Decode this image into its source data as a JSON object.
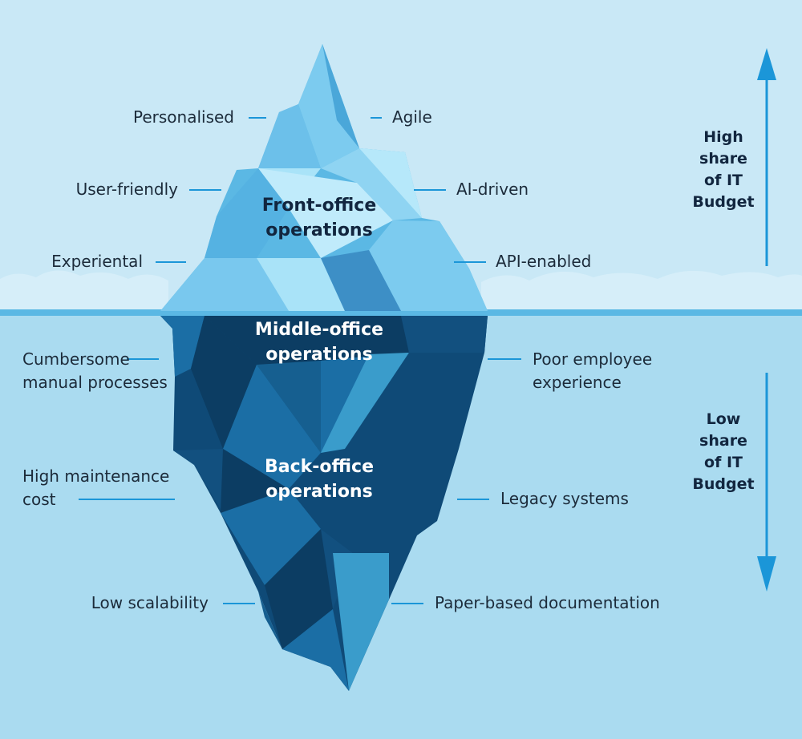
{
  "colors": {
    "sky": "#c9e8f6",
    "water": "#aadbf0",
    "water_line": "#5bb8e4",
    "ice_top": "#5bb8e4",
    "ice_light": "#a9e3f8",
    "ice_mid": "#1f6fa0",
    "ice_deep": "#0f4a77",
    "ice_darkest": "#0c3d63",
    "arrow": "#1b96d8",
    "leader": "#1b96d8"
  },
  "tiers": {
    "front": "Front-office\noperations",
    "middle": "Middle-office\noperations",
    "back": "Back-office\noperations"
  },
  "left_labels": [
    "Personalised",
    "User-friendly",
    "Experiental",
    "Cumbersome\nmanual processes",
    "High maintenance\ncost",
    "Low scalability"
  ],
  "right_labels": [
    "Agile",
    "AI-driven",
    "API-enabled",
    "Poor employee\nexperience",
    "Legacy systems",
    "Paper-based documentation"
  ],
  "budget": {
    "high": "High\nshare\nof IT\nBudget",
    "low": "Low\nshare\nof IT\nBudget"
  },
  "icons": {
    "up_arrow": "arrow-up",
    "down_arrow": "arrow-down"
  }
}
